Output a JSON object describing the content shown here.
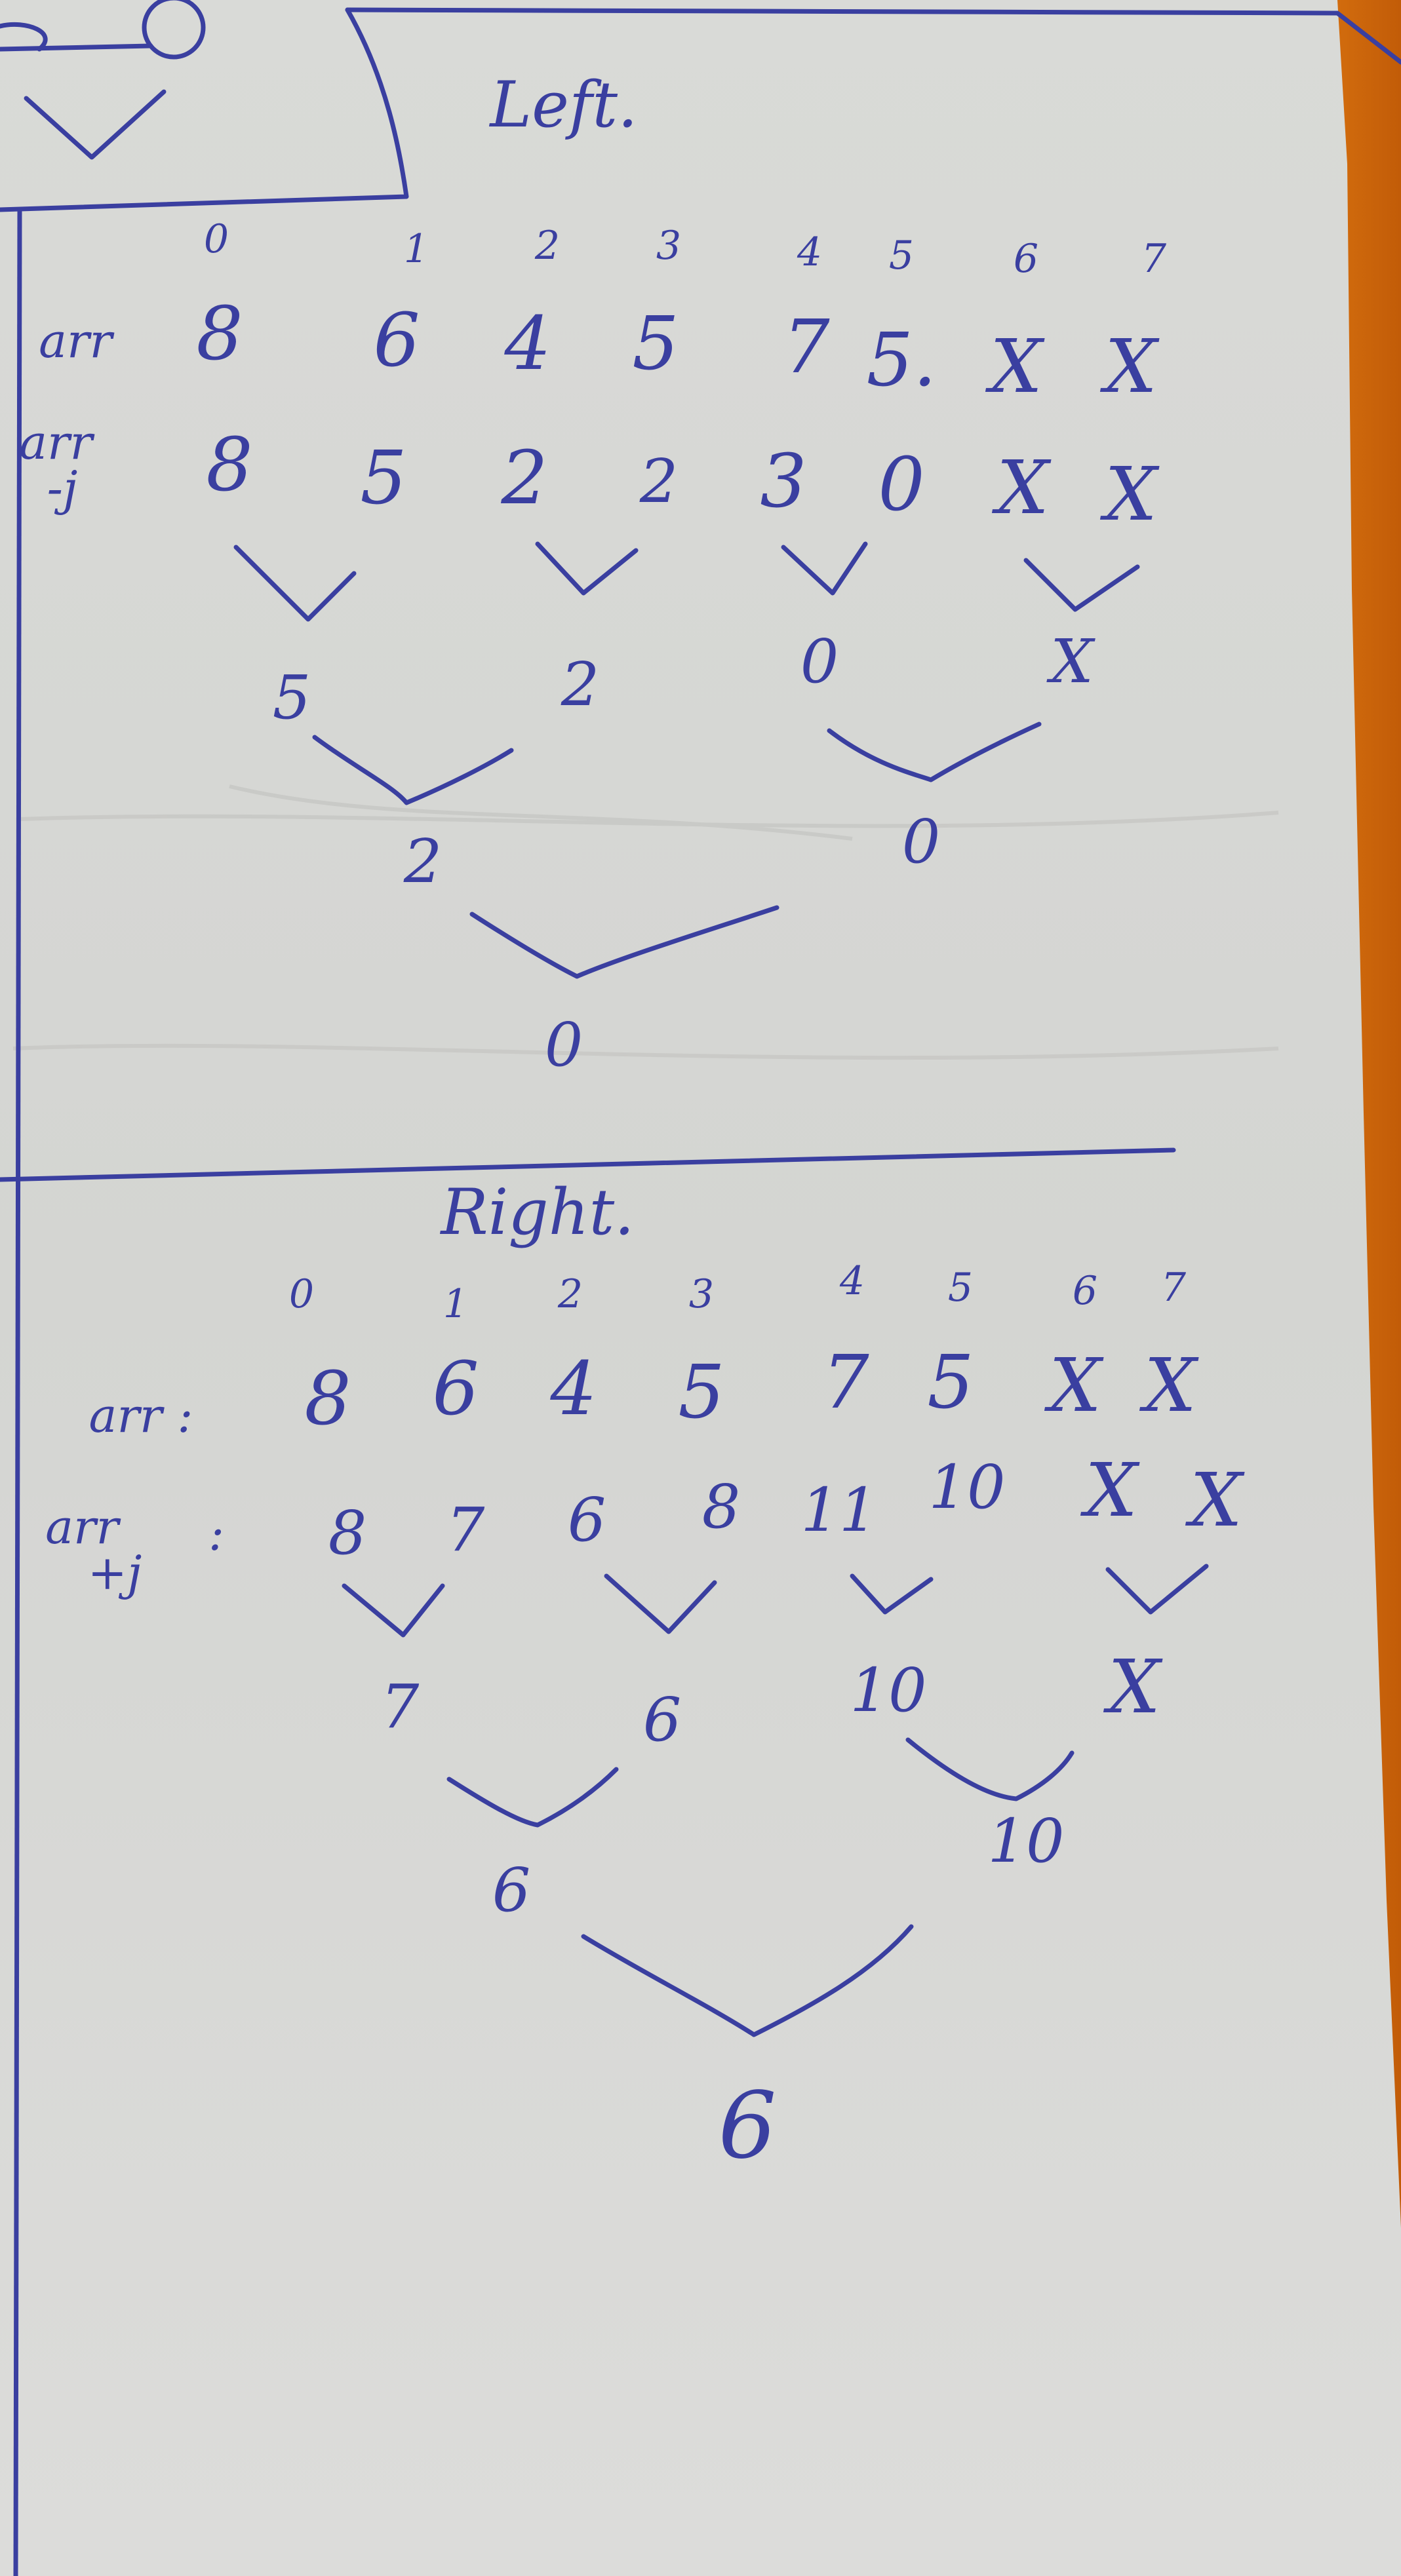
{
  "colors": {
    "ink": "#3a3fa0",
    "paper": "#d6d7d4",
    "background_orange": "#d26a0e"
  },
  "left": {
    "title": "Left.",
    "indices": [
      "0",
      "1",
      "2",
      "3",
      "4",
      "5",
      "6",
      "7"
    ],
    "arr_label": "arr",
    "arr": [
      "8",
      "6",
      "4",
      "5",
      "7",
      "5.",
      "X",
      "X"
    ],
    "arr_j_label_1": "arr",
    "arr_j_label_2": "-j",
    "arr_j": [
      "8",
      "5",
      "2",
      "2",
      "3",
      "0",
      "X",
      "X"
    ],
    "level1": [
      "5",
      "2",
      "0",
      "X"
    ],
    "level2": [
      "2",
      "0"
    ],
    "result": "0"
  },
  "right": {
    "title": "Right.",
    "indices": [
      "0",
      "1",
      "2",
      "3",
      "4",
      "5",
      "6",
      "7"
    ],
    "arr_label": "arr :",
    "arr": [
      "8",
      "6",
      "4",
      "5",
      "7",
      "5",
      "X",
      "X"
    ],
    "arr_j_label_1": "arr",
    "arr_j_label_2": "+j",
    "arr_j_colon": ":",
    "arr_j": [
      "8",
      "7",
      "6",
      "8",
      "11",
      "10",
      "X",
      "X"
    ],
    "level1": [
      "7",
      "6",
      "10",
      "X"
    ],
    "level2": [
      "6",
      "10"
    ],
    "result": "6"
  }
}
